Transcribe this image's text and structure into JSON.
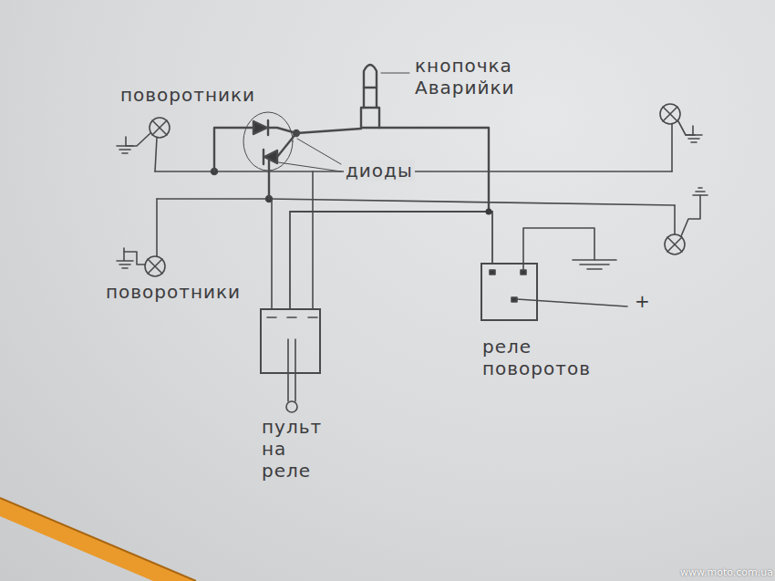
{
  "diagram": {
    "nodes": [
      {
        "text": [
          "реле поворотов"
        ]
      },
      {
        "text": [
          "пульт на реле"
        ]
      }
    ],
    "edges": [
      {
        "from": 0,
        "to": 1,
        "arrow": "none"
      }
    ],
    "labels": [
      "поворотники",
      "кнопочка Аварийки",
      "диоды",
      "поворотники",
      "+",
      "www.moto.com.ua"
    ]
  }
}
